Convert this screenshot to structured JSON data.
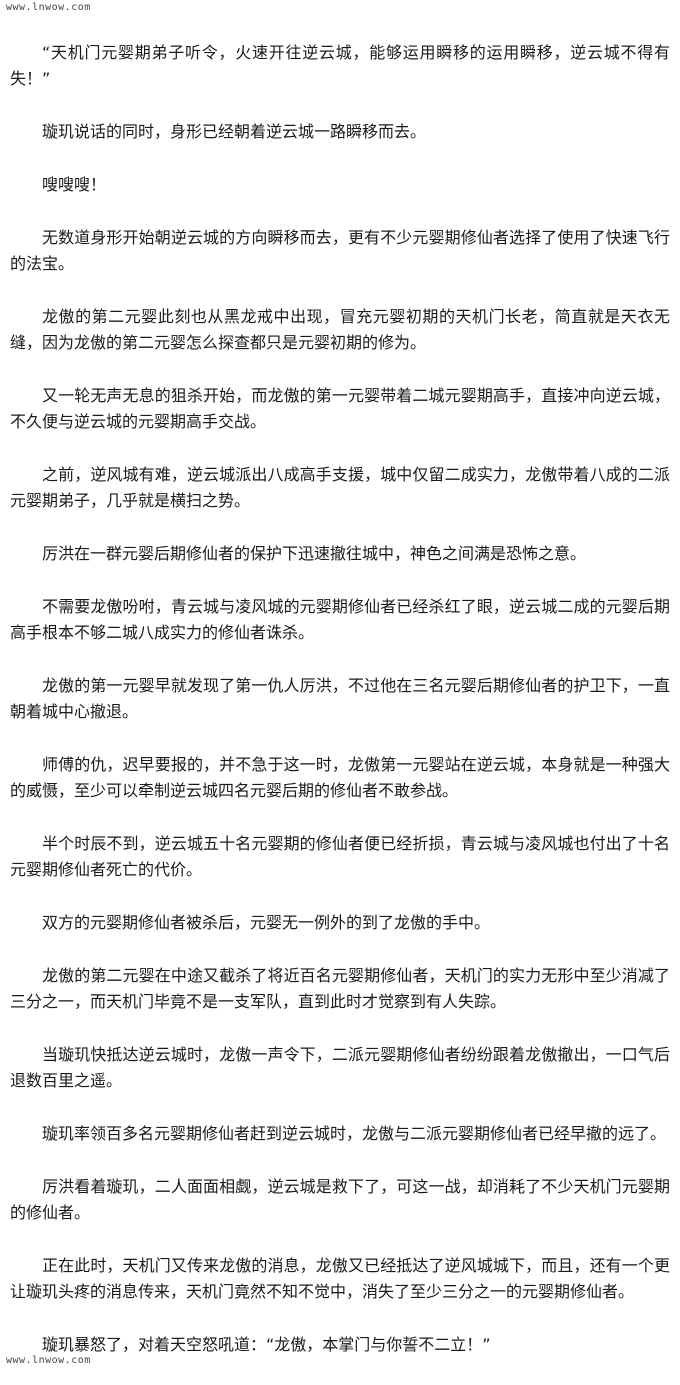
{
  "header": {
    "site_url": "www.lnwow.com"
  },
  "footer": {
    "site_url": "www.lnwow.com"
  },
  "article": {
    "paragraphs": [
      "“天机门元婴期弟子听令，火速开往逆云城，能够运用瞬移的运用瞬移，逆云城不得有失！”",
      "璇玑说话的同时，身形已经朝着逆云城一路瞬移而去。",
      "嗖嗖嗖！",
      "无数道身形开始朝逆云城的方向瞬移而去，更有不少元婴期修仙者选择了使用了快速飞行的法宝。",
      "龙傲的第二元婴此刻也从黑龙戒中出现，冒充元婴初期的天机门长老，简直就是天衣无缝，因为龙傲的第二元婴怎么探查都只是元婴初期的修为。",
      "又一轮无声无息的狙杀开始，而龙傲的第一元婴带着二城元婴期高手，直接冲向逆云城，不久便与逆云城的元婴期高手交战。",
      "之前，逆风城有难，逆云城派出八成高手支援，城中仅留二成实力，龙傲带着八成的二派元婴期弟子，几乎就是横扫之势。",
      "厉洪在一群元婴后期修仙者的保护下迅速撤往城中，神色之间满是恐怖之意。",
      "不需要龙傲吩咐，青云城与凌风城的元婴期修仙者已经杀红了眼，逆云城二成的元婴后期高手根本不够二城八成实力的修仙者诛杀。",
      "龙傲的第一元婴早就发现了第一仇人厉洪，不过他在三名元婴后期修仙者的护卫下，一直朝着城中心撤退。",
      "师傅的仇，迟早要报的，并不急于这一时，龙傲第一元婴站在逆云城，本身就是一种强大的威慑，至少可以牵制逆云城四名元婴后期的修仙者不敢参战。",
      "半个时辰不到，逆云城五十名元婴期的修仙者便已经折损，青云城与凌风城也付出了十名元婴期修仙者死亡的代价。",
      "双方的元婴期修仙者被杀后，元婴无一例外的到了龙傲的手中。",
      "龙傲的第二元婴在中途又截杀了将近百名元婴期修仙者，天机门的实力无形中至少消减了三分之一，而天机门毕竟不是一支军队，直到此时才觉察到有人失踪。",
      "当璇玑快抵达逆云城时，龙傲一声令下，二派元婴期修仙者纷纷跟着龙傲撤出，一口气后退数百里之遥。",
      "璇玑率领百多名元婴期修仙者赶到逆云城时，龙傲与二派元婴期修仙者已经早撤的远了。",
      "厉洪看着璇玑，二人面面相觑，逆云城是救下了，可这一战，却消耗了不少天机门元婴期的修仙者。",
      "正在此时，天机门又传来龙傲的消息，龙傲又已经抵达了逆风城城下，而且，还有一个更让璇玑头疼的消息传来，天机门竟然不知不觉中，消失了至少三分之一的元婴期修仙者。",
      "璇玑暴怒了，对着天空怒吼道：“龙傲，本掌门与你誓不二立！”"
    ]
  }
}
